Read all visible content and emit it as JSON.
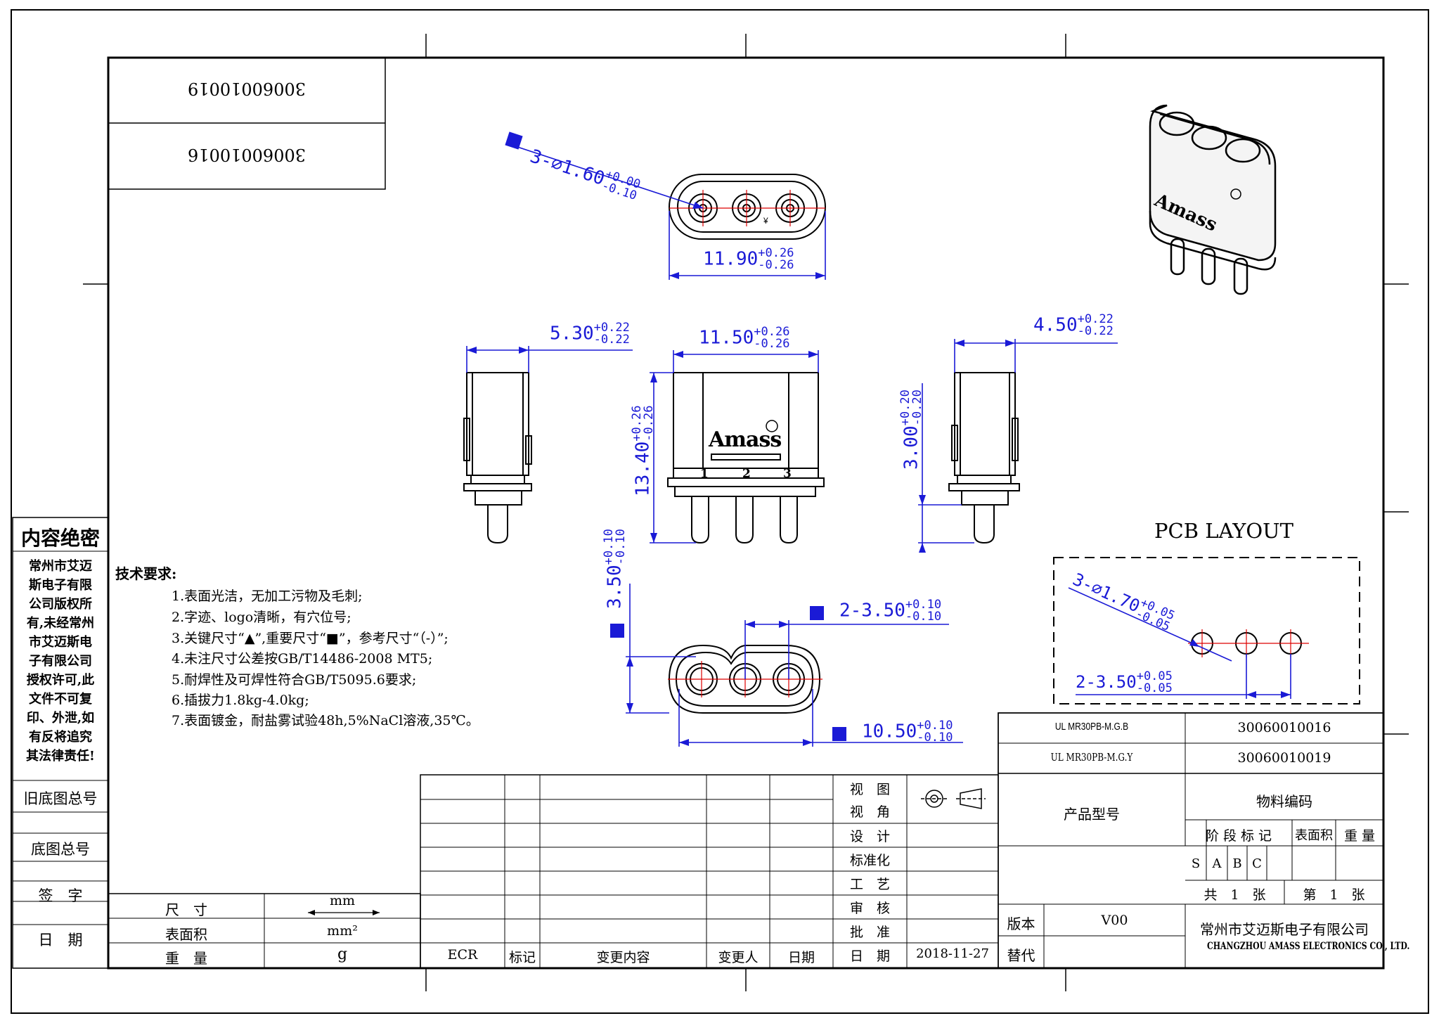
{
  "part_codes_top": [
    "30060010019",
    "30060010016"
  ],
  "confidential": {
    "heading": "内容绝密",
    "lines": [
      "常州市艾迈",
      "斯电子有限",
      "公司版权所",
      "有,未经常州",
      "市艾迈斯电",
      "子有限公司",
      "授权许可,此",
      "文件不可复",
      "印、外泄,如",
      "有反将追究",
      "其法律责任!"
    ]
  },
  "left_column": {
    "old_drawing_no": "旧底图总号",
    "drawing_no": "底图总号",
    "sign": "签　字",
    "date": "日　期"
  },
  "tech_requirements": {
    "title": "技术要求:",
    "items": [
      "1.表面光洁，无加工污物及毛刺;",
      "2.字迹、logo清晰，有穴位号;",
      "3.关键尺寸“▲”,重要尺寸“■”，参考尺寸“（-）”;",
      "4.未注尺寸公差按GB/T14486-2008 MT5;",
      "5.耐焊性及可焊性符合GB/T5095.6要求;",
      "6.插拔力1.8kg-4.0kg;",
      "7.表面镀金，耐盐雾试验48h,5%NaCl溶液,35℃。"
    ]
  },
  "dimensions": {
    "hole_dia": {
      "text": "3-∅1.60",
      "plus": "+0.00",
      "minus": "-0.10"
    },
    "top_width": {
      "text": "11.90",
      "plus": "+0.26",
      "minus": "-0.26"
    },
    "side_left": {
      "text": "5.30",
      "plus": "+0.22",
      "minus": "-0.22"
    },
    "front_width": {
      "text": "11.50",
      "plus": "+0.26",
      "minus": "-0.26"
    },
    "front_height": {
      "text": "13.40",
      "plus": "+0.26",
      "minus": "-0.26"
    },
    "side_right": {
      "text": "4.50",
      "plus": "+0.22",
      "minus": "-0.22"
    },
    "pin_len": {
      "text": "3.00",
      "plus": "+0.20",
      "minus": "-0.20"
    },
    "bottom_height": {
      "text": "3.50",
      "plus": "+0.10",
      "minus": "-0.10"
    },
    "pitch": {
      "text": "2-3.50",
      "plus": "+0.10",
      "minus": "-0.10"
    },
    "bottom_width": {
      "text": "10.50",
      "plus": "+0.10",
      "minus": "-0.10"
    },
    "pcb_hole": {
      "text": "3-∅1.70",
      "plus": "+0.05",
      "minus": "-0.05"
    },
    "pcb_pitch": {
      "text": "2-3.50",
      "plus": "+0.05",
      "minus": "-0.05"
    }
  },
  "pcb_layout_title": "PCB LAYOUT",
  "logo_text": "Amass",
  "pin_numbers": [
    "1",
    "2",
    "3"
  ],
  "product_table": [
    {
      "model": "UL MR30PB-M.G.B",
      "code": "30060010016"
    },
    {
      "model": "UL MR30PB-M.G.Y",
      "code": "30060010019"
    }
  ],
  "title_block": {
    "product_model": "产品型号",
    "material_code": "物料编码",
    "stage_mark": "阶 段 标 记",
    "surface_area": "表面积",
    "weight": "重 量",
    "stages": [
      "S",
      "A",
      "B",
      "C"
    ],
    "sheets_total": "共　1　张",
    "sheet_no": "第　1　张",
    "version_label": "版本",
    "version": "V00",
    "replace_label": "替代",
    "company_cn": "常州市艾迈斯电子有限公司",
    "company_en": "CHANGZHOU AMASS ELECTRONICS CO., LTD.",
    "view_labels": [
      "视　图",
      "视　角"
    ],
    "roles": [
      "设　计",
      "标准化",
      "工　艺",
      "审　核",
      "批　准",
      "日　期"
    ],
    "date": "2018-11-27"
  },
  "units_table": {
    "rows": [
      {
        "label": "尺　寸",
        "unit": "mm"
      },
      {
        "label": "表面积",
        "unit": "mm²"
      },
      {
        "label": "重　量",
        "unit": "g"
      }
    ]
  },
  "revision_table": {
    "headers": [
      "ECR",
      "标记",
      "变更内容",
      "变更人",
      "日期"
    ]
  }
}
